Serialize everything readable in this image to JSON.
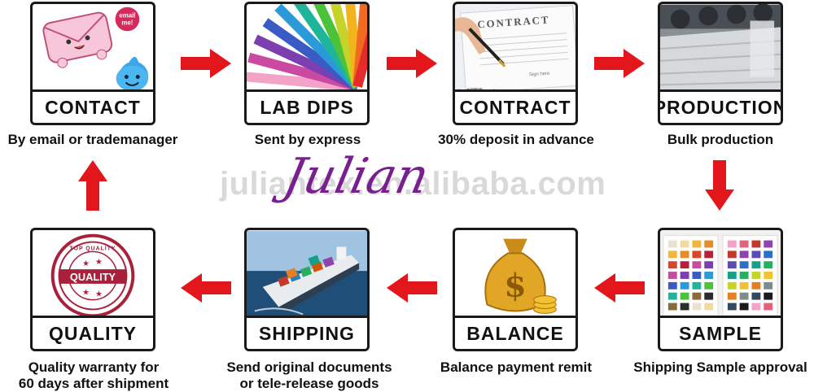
{
  "watermark": "juliantex.en.alibaba.com",
  "signature": "Julian",
  "steps": [
    {
      "id": "contact",
      "title": "CONTACT",
      "caption": [
        "By email or trademanager"
      ]
    },
    {
      "id": "labdips",
      "title": "LAB DIPS",
      "caption": [
        "Sent by express"
      ]
    },
    {
      "id": "contract",
      "title": "CONTRACT",
      "caption": [
        "30% deposit in advance"
      ]
    },
    {
      "id": "production",
      "title": "PRODUCTION",
      "caption": [
        "Bulk production"
      ]
    },
    {
      "id": "sample",
      "title": "SAMPLE",
      "caption": [
        "Shipping Sample approval"
      ]
    },
    {
      "id": "balance",
      "title": "BALANCE",
      "caption": [
        "Balance payment remit"
      ]
    },
    {
      "id": "shipping",
      "title": "SHIPPING",
      "caption": [
        "Send original documents",
        "or tele-release goods"
      ]
    },
    {
      "id": "quality",
      "title": "QUALITY",
      "caption": [
        "Quality warranty for",
        "60 days after shipment"
      ]
    }
  ],
  "image_text": {
    "email_badge": "email me!",
    "contract_heading": "CONTRACT",
    "contract_sign": "Sign here",
    "contract_footer": "Veer中国图库   veerchina.com",
    "quality_stamp": "QUALITY",
    "quality_ring": "TOP QUALITY"
  },
  "colors": {
    "arrow": "#e3161b",
    "border": "#1a1a1a",
    "watermark": "#d9d9d9",
    "signature": "#7a1f8f"
  }
}
